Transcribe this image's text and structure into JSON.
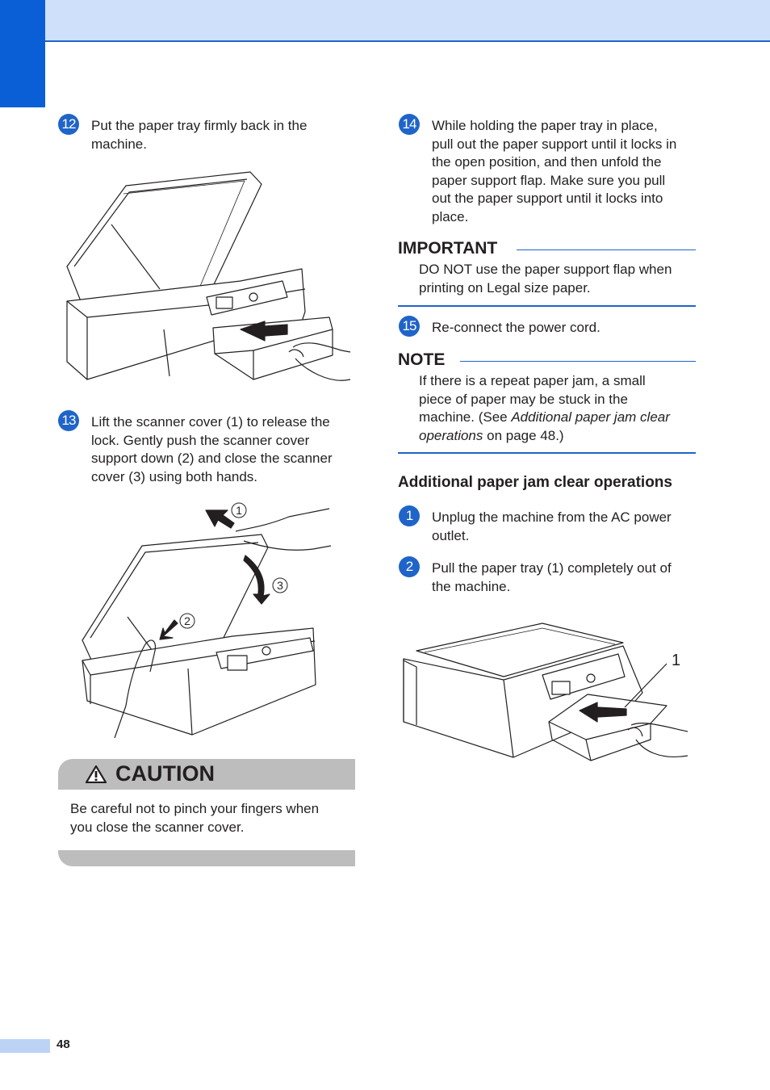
{
  "page": {
    "number": "48"
  },
  "left_column": {
    "step12": {
      "number": "12",
      "lines": [
        "Put the paper tray firmly back in the",
        "machine."
      ]
    },
    "step13": {
      "number": "13",
      "lines": [
        "Lift the scanner cover (1) to release the",
        "lock. Gently push the scanner cover",
        "support down (2) and close the scanner",
        "cover (3) using both hands."
      ],
      "callouts": [
        "1",
        "2",
        "3"
      ]
    },
    "caution": {
      "label": "CAUTION",
      "lines": [
        "Be careful not to pinch your fingers when",
        "you close the scanner cover."
      ]
    }
  },
  "right_column": {
    "step14": {
      "number": "14",
      "lines": [
        "While holding the paper tray in place,",
        "pull out the paper support until it locks in",
        "the open position, and then unfold the",
        "paper support flap. Make sure you pull",
        "out the paper support until it locks into",
        "place."
      ]
    },
    "important": {
      "label": "IMPORTANT",
      "lines": [
        "DO NOT use the paper support flap when",
        "printing on Legal size paper."
      ]
    },
    "step15": {
      "number": "15",
      "lines": [
        "Re-connect the power cord."
      ]
    },
    "note": {
      "label": "NOTE",
      "line1": "If there is a repeat paper jam, a small",
      "line2": "piece of paper may be stuck in the",
      "line3_prefix": "machine. (See ",
      "line3_italic": "Additional paper jam clear",
      "line4_italic": "operations",
      "line4_suffix": " on page 48.)"
    },
    "section_title": "Additional paper jam clear operations",
    "step1": {
      "number": "1",
      "lines": [
        "Unplug the machine from the AC power",
        "outlet."
      ]
    },
    "step2": {
      "number": "2",
      "lines": [
        "Pull the paper tray (1) completely out of",
        "the machine."
      ],
      "callout": "1"
    }
  },
  "colors": {
    "accent": "#1f64c8",
    "tab": "#0a5fd6",
    "header_band": "#cfe0fb",
    "caution_bg": "#bdbdbd"
  }
}
